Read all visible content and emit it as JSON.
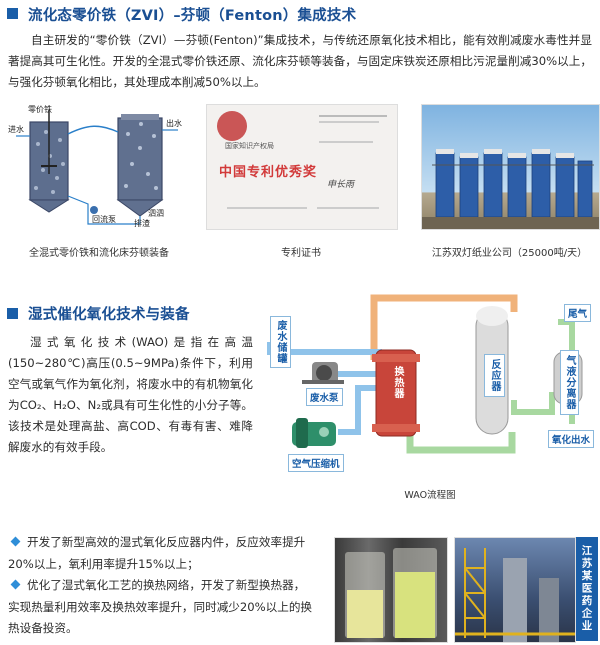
{
  "section1": {
    "title": "流化态零价铁（ZVI）–芬顿（Fenton）集成技术",
    "para": "自主研发的“零价铁（ZVI）—芬顿(Fenton)”集成技术，与传统还原氧化技术相比，能有效削减废水毒性并显著提高其可生化性。开发的全混式零价铁还原、流化床芬顿等装备，与固定床铁炭还原相比污泥量削减30%以上，与强化芬顿氧化相比，其处理成本削减50%以上。",
    "images": [
      {
        "caption": "全混式零价铁和流化床芬顿装备",
        "labels": {
          "zvi": "零价铁",
          "inlet": "进水",
          "outlet": "出水",
          "sludge_return": "回流泵",
          "drain": "排渣",
          "bottom": "泗泗"
        }
      },
      {
        "caption": "专利证书",
        "texts": {
          "office": "国家知识产权局",
          "award": "中国专利优秀奖",
          "sign": "申长雨"
        }
      },
      {
        "caption": "江苏双灯纸业公司（25000吨/天）"
      }
    ]
  },
  "section2": {
    "title": "湿式催化氧化技术与装备",
    "para": "湿式氧化技术(WAO)是指在高温(150~280℃)高压(0.5~9MPa)条件下，利用空气或氧气作为氧化剂，将废水中的有机物氧化为CO₂、H₂O、N₂或具有可生化性的小分子等。该技术是处理高盐、高COD、有毒有害、难降解废水的有效手段。",
    "diagram": {
      "caption": "WAO流程图",
      "tank": "废水储罐",
      "pump": "废水泵",
      "hx": "换热器",
      "reactor": "反应器",
      "tail": "尾气",
      "separator": "气液分离器",
      "effluent": "氧化出水",
      "compressor": "空气压缩机"
    }
  },
  "section3": {
    "bullets": [
      "开发了新型高效的湿式氧化反应器内件，反应效率提升20%以上，氧利用率提升15%以上；",
      "优化了湿式氧化工艺的换热网络，开发了新型换热器，实现热量利用效率及换热效率提升，同时减少20%以上的换热设备投资。"
    ],
    "side_label": "江苏某医药企业"
  },
  "colors": {
    "accent": "#1a5ea8",
    "bullet": "#2f8ed8",
    "orange_pipe": "#e8914a",
    "green_pipe": "#8fc78a",
    "blue_pipe": "#5aa0d8"
  }
}
